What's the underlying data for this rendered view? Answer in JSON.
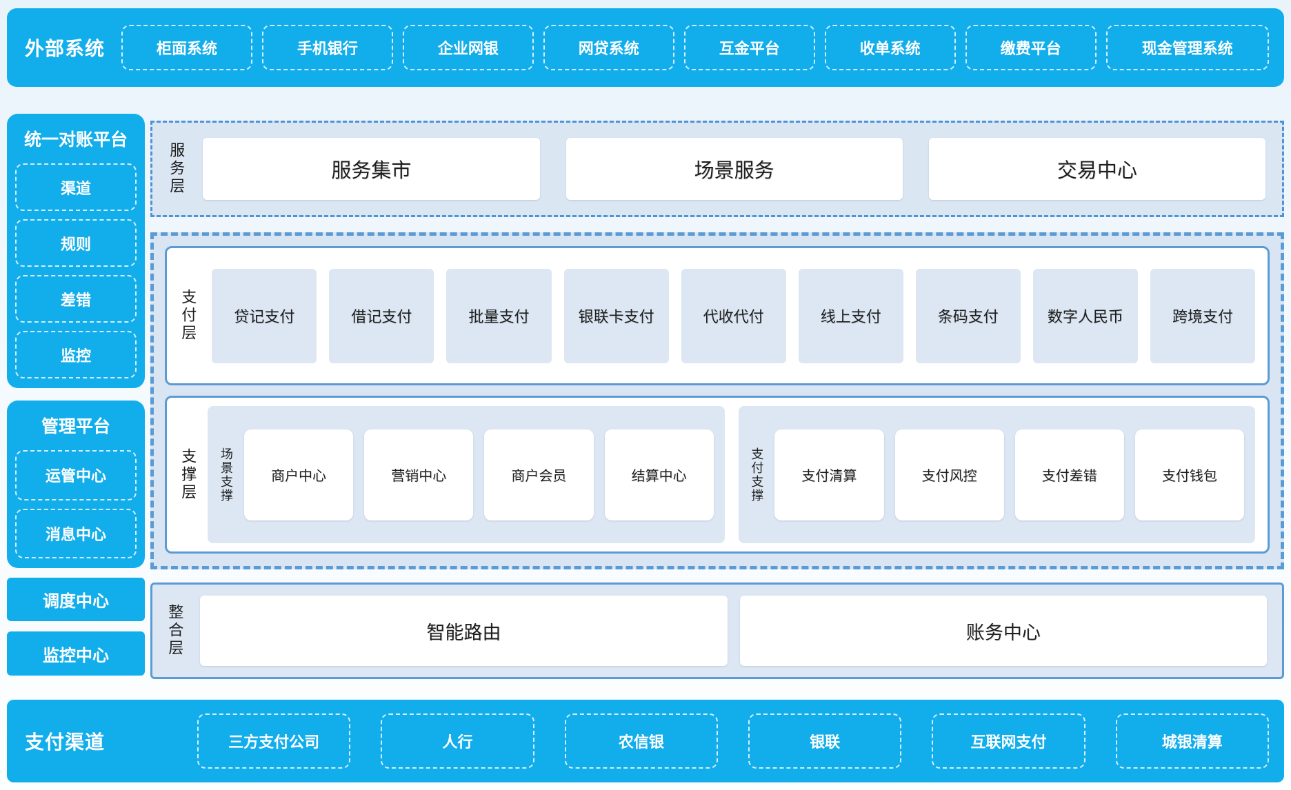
{
  "colors": {
    "primary_blue": "#12adeb",
    "border_blue": "#5b9bd5",
    "service_border_blue": "#4e93d6",
    "panel_light_blue": "#dce7f3",
    "box_white": "#ffffff",
    "text_dark": "#1e1e1e",
    "text_white": "#ffffff"
  },
  "top_bar": {
    "title": "外部系统",
    "items": [
      "柜面系统",
      "手机银行",
      "企业网银",
      "网贷系统",
      "互金平台",
      "收单系统",
      "缴费平台",
      "现金管理系统"
    ]
  },
  "sidebar": {
    "recon_platform": {
      "title": "统一对账平台",
      "items": [
        "渠道",
        "规则",
        "差错",
        "监控"
      ]
    },
    "mgmt_platform": {
      "title": "管理平台",
      "items": [
        "运管中心",
        "消息中心"
      ]
    },
    "solo_items": [
      "调度中心",
      "监控中心"
    ]
  },
  "service_layer": {
    "label": "服务层",
    "items": [
      "服务集市",
      "场景服务",
      "交易中心"
    ]
  },
  "payment_layer": {
    "label": "支付层",
    "items": [
      "贷记支付",
      "借记支付",
      "批量支付",
      "银联卡支付",
      "代收代付",
      "线上支付",
      "条码支付",
      "数字人民币",
      "跨境支付"
    ]
  },
  "support_layer": {
    "label": "支撑层",
    "groups": [
      {
        "label": "场景支撑",
        "items": [
          "商户中心",
          "营销中心",
          "商户会员",
          "结算中心"
        ]
      },
      {
        "label": "支付支撑",
        "items": [
          "支付清算",
          "支付风控",
          "支付差错",
          "支付钱包"
        ]
      }
    ]
  },
  "integration_layer": {
    "label": "整合层",
    "items": [
      "智能路由",
      "账务中心"
    ]
  },
  "bottom_bar": {
    "title": "支付渠道",
    "items": [
      "三方支付公司",
      "人行",
      "农信银",
      "银联",
      "互联网支付",
      "城银清算"
    ]
  }
}
